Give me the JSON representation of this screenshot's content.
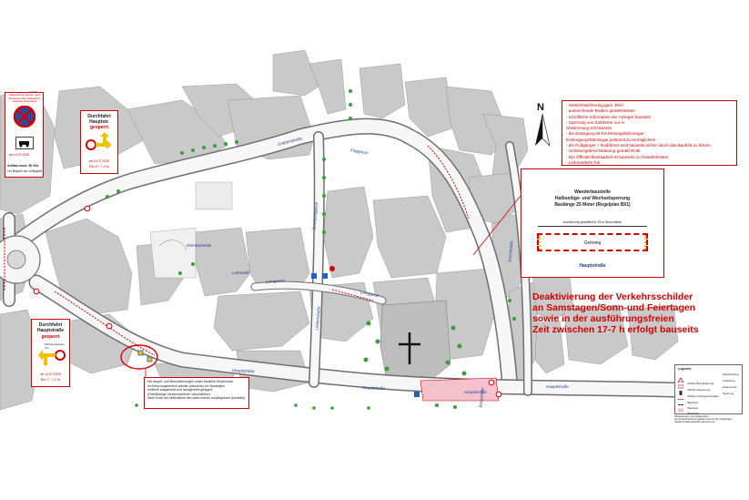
{
  "top_left_panel": {
    "header_note": "Halteverbote werden nach Abschluss der Maßnahme bauseits abdeckend",
    "validity_line1": "Aufbau mind. 96 Std.",
    "validity_line2": "vor Beginn der Gültigkeit",
    "date_small": "ab 14.07.2025"
  },
  "closure_sign_top": {
    "title_line1": "Durchfahrt",
    "title_line2": "Hauptstr.",
    "status": "gesperrt",
    "date": "ab 14.07.2025",
    "ref": "Rb-r F: 7-1?/s"
  },
  "closure_sign_left": {
    "title_line1": "Durchfahrt",
    "title_line2": "Hauptstraße",
    "status": "gesperrt",
    "arrow_label": "Schützengasse/ Krs",
    "date": "ab 14.07.2025",
    "ref": "Rb-r F: 7-1?/s"
  },
  "remark_box": {
    "lines": [
      "Die Ampel- und Beschilderungen sowie bauliche Hindernisse",
      "im Kreuzungsbereich werden (bauseits) vor Baubeginn",
      "entfernt/ ausgeblickt und fachgerecht gelagert.",
      "(Überflüssige Verkehrszeichen verschließen)",
      "Nach Ende der Maßnahme wird alles wieder zurückgebaut (bauseits)"
    ]
  },
  "notes": [
    "- Verkehrssicherung gem. RSA",
    "- ausreichende Radien gewährleisten",
    "- schriftliche Information der Anlieger bauseits",
    "- Sperrung von Zufahrten nur in",
    "  Abstimmung mit Nutzern",
    "- die Zuwegung ist für Rettungsfahrzeuge/",
    "  Entsorgungsfahrzeuge jederzeit zu ermöglichen!",
    "- die Fußgänger + Radfahrer sind bauseits sicher durch das Baufeld zu führen",
    "- Umleitungsbeschilderung gemäß RUB.",
    "- Die Öffentlichkeitsarbeit ist bauseits zu Gewährleisten",
    "- Lieferverkehr frei"
  ],
  "detail_box": {
    "title": "Wanderbaustelle",
    "line2": "Halbseitige- und Wechselsperrung",
    "line3": "Baulänge 25 Meter (Regelplan BI/1)",
    "dim_note": "Ausführung gestaffelt in 25 m Abschnitten",
    "sidewalk_label": "Gehweg",
    "street_label": "Hauptstraße"
  },
  "deactivation_notice": [
    "Deaktivierung der  Verkehrsschilder",
    "an Samstagen/Sonn-und Feiertagen",
    "sowie in der ausführungsfreien",
    "Zeit zwischen 17-7 h erfolgt bauseits"
  ],
  "north_label": "N",
  "street_labels": [
    "Hauptstraße",
    "Hauptstraße",
    "Hauptstraße",
    "Hauptstraße",
    "Lindenstraße",
    "Schützengasse",
    "Lomgasse",
    "Lomgasse",
    "Lohmarkt",
    "Dörrweinzeile",
    "Bergstraße",
    "Kirchstraße",
    "Grabenstraße",
    "Enggasse"
  ],
  "legend": {
    "title": "Legende",
    "items": [
      "Mobile Beschilderung",
      "Mobile Absperrung",
      "Mobile Lichtsignal-Anlage",
      "Bauzaun",
      "Bauzaun",
      "Baustelle"
    ],
    "right_items": [
      "Fahrtrichtung",
      "Umleitung",
      "Halteverbot",
      "Sperrung"
    ],
    "footer_lines": [
      "Abweichungen von Anlagenplan /",
      "der Verkehrszeichenregelplan sind mit der zuständigen",
      "Straßenverkehrsbehörde abzustimmen"
    ]
  },
  "colors": {
    "closure_red": "#d40000",
    "street_label_blue": "#1a3d8f",
    "green_marker": "#3a9e3a",
    "pink_zone": "#f4c2cc",
    "yellow_arrow": "#f2c200"
  }
}
